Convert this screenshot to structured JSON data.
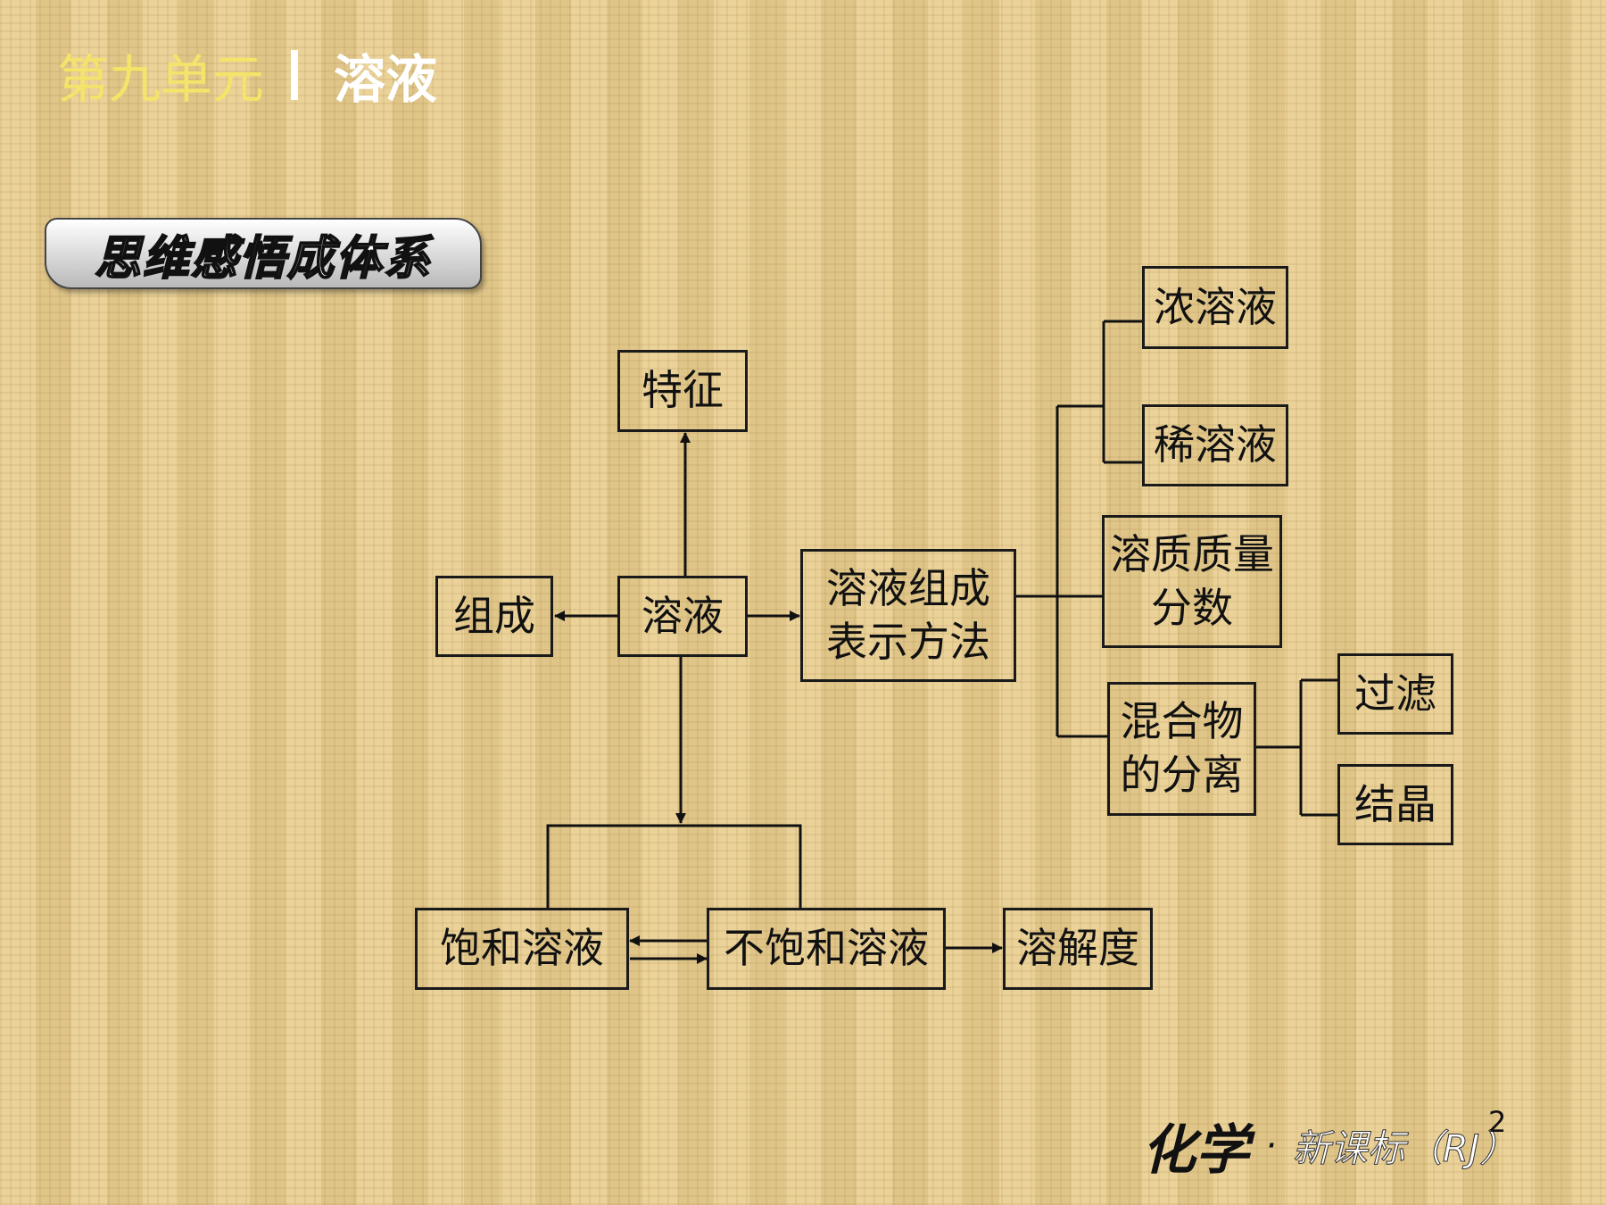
{
  "header": {
    "unit": "第九单元",
    "topic": "溶液"
  },
  "badge": "思维感悟成体系",
  "nodes": {
    "tezheng": "特征",
    "zucheng": "组成",
    "rongye": "溶液",
    "biaoshi_line1": "溶液组成",
    "biaoshi_line2": "表示方法",
    "nong": "浓溶液",
    "xi": "稀溶液",
    "zhiliang_line1": "溶质质量",
    "zhiliang_line2": "分数",
    "hunhe_line1": "混合物",
    "hunhe_line2": "的分离",
    "guolv": "过滤",
    "jiejing": "结晶",
    "baohe": "饱和溶液",
    "bubaohe": "不饱和溶液",
    "rongjiedu": "溶解度"
  },
  "footer": {
    "subject": "化学",
    "dot": "·",
    "edition": "新课标（RJ）",
    "page": "2"
  }
}
